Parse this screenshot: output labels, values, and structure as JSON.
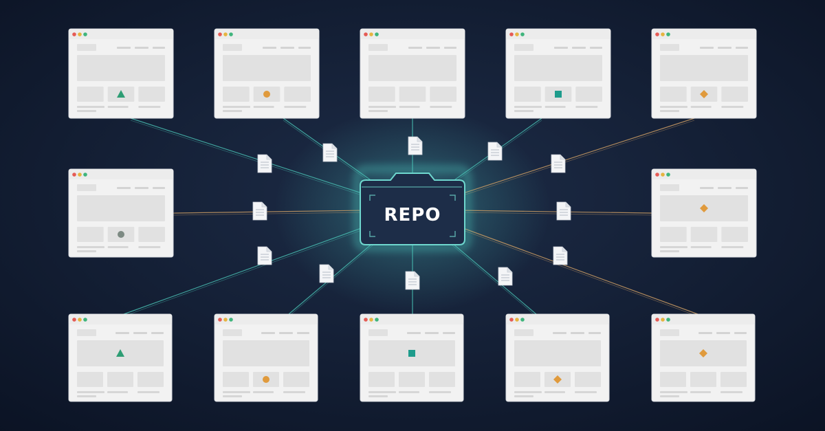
{
  "hub": {
    "label": "REPO"
  },
  "colors": {
    "background_center": "#1c2b45",
    "background_edge": "#0c1425",
    "hub_fill": "#1d2d48",
    "hub_stroke": "#5fd0c8",
    "line_teal": "#46b9ae",
    "line_orange": "#c89a63",
    "window_frame": "#f2f2f2",
    "window_block": "#e1e1e1",
    "dot_red": "#e55b55",
    "dot_yellow": "#e6b440",
    "dot_green": "#3fb57c",
    "accent_green": "#2e9d74",
    "accent_orange": "#e09a3c",
    "accent_teal": "#1e9c8c",
    "accent_gray": "#7d8a83"
  },
  "windows": [
    {
      "id": "w1",
      "icon": "triangle",
      "color": "#2e9d74"
    },
    {
      "id": "w2",
      "icon": "circle",
      "color": "#e09a3c"
    },
    {
      "id": "w3",
      "icon": "none",
      "color": ""
    },
    {
      "id": "w4",
      "icon": "square",
      "color": "#1e9c8c"
    },
    {
      "id": "w5",
      "icon": "diamond",
      "color": "#e09a3c"
    },
    {
      "id": "w6",
      "icon": "circle",
      "color": "#7d8a83"
    },
    {
      "id": "w7",
      "icon": "diamond",
      "color": "#e09a3c"
    },
    {
      "id": "w8",
      "icon": "triangle",
      "color": "#2e9d74"
    },
    {
      "id": "w9",
      "icon": "circle",
      "color": "#e09a3c"
    },
    {
      "id": "w10",
      "icon": "square",
      "color": "#1e9c8c"
    },
    {
      "id": "w11",
      "icon": "diamond",
      "color": "#e09a3c"
    },
    {
      "id": "w12",
      "icon": "diamond",
      "color": "#e09a3c"
    }
  ]
}
